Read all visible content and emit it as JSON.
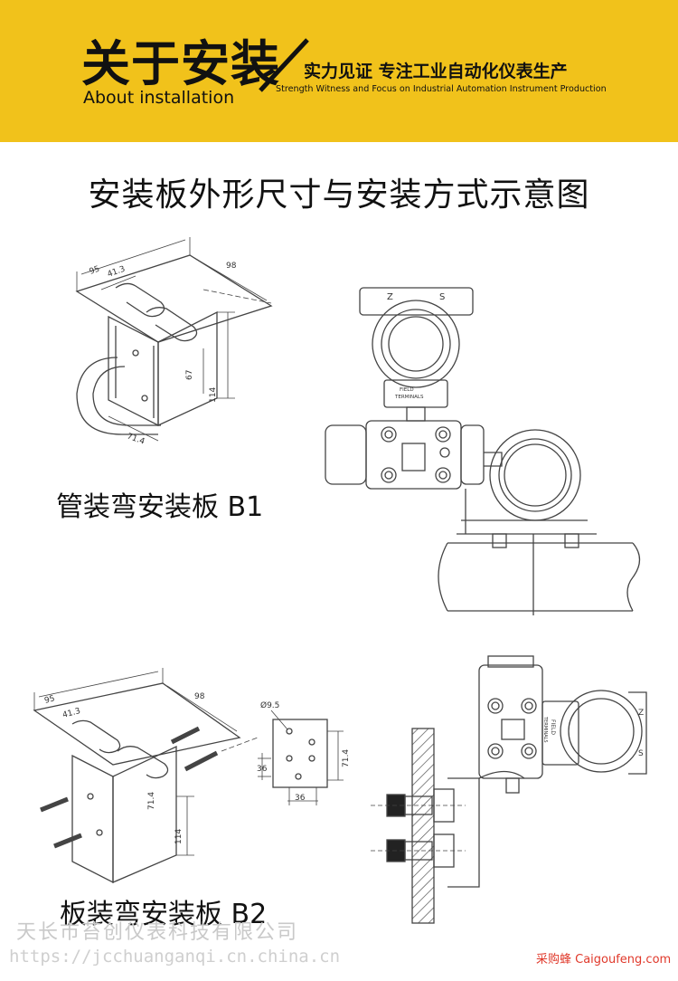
{
  "banner": {
    "title": "关于安装",
    "subtitle": "About installation",
    "tagline": "实力见证 专注工业自动化仪表生产",
    "tagline_en": "Strength Witness and Focus on Industrial Automation Instrument Production",
    "color": "#f1c21b"
  },
  "main_title": "安装板外形尺寸与安装方式示意图",
  "figure1": {
    "caption": "管装弯安装板 B1",
    "dims": {
      "d95": "95",
      "d41": "41.3",
      "d98": "98",
      "d67": "67",
      "d114": "114",
      "d71": "71.4"
    },
    "label_z": "Z",
    "label_s": "S",
    "label_field": "FIELD",
    "label_terminals": "TERMINALS"
  },
  "figure2": {
    "caption": "板装弯安装板 B2",
    "dims": {
      "d95": "95",
      "d41": "41.3",
      "d98": "98",
      "d71": "71.4",
      "d114": "114"
    },
    "hole_dims": {
      "phi": "Ø9.5",
      "h36": "36",
      "w36": "36",
      "v71": "71.4"
    },
    "label_z": "Z",
    "label_s": "S",
    "label_field": "FIELD",
    "label_terminals": "TERMINALS"
  },
  "watermarks": {
    "company": "天长市苔创仪表科技有限公司",
    "url": "https://jcchuanganqi.cn.china.cn",
    "site": "采购蜂 Caigoufeng.com",
    "site_color": "#e0392b"
  }
}
